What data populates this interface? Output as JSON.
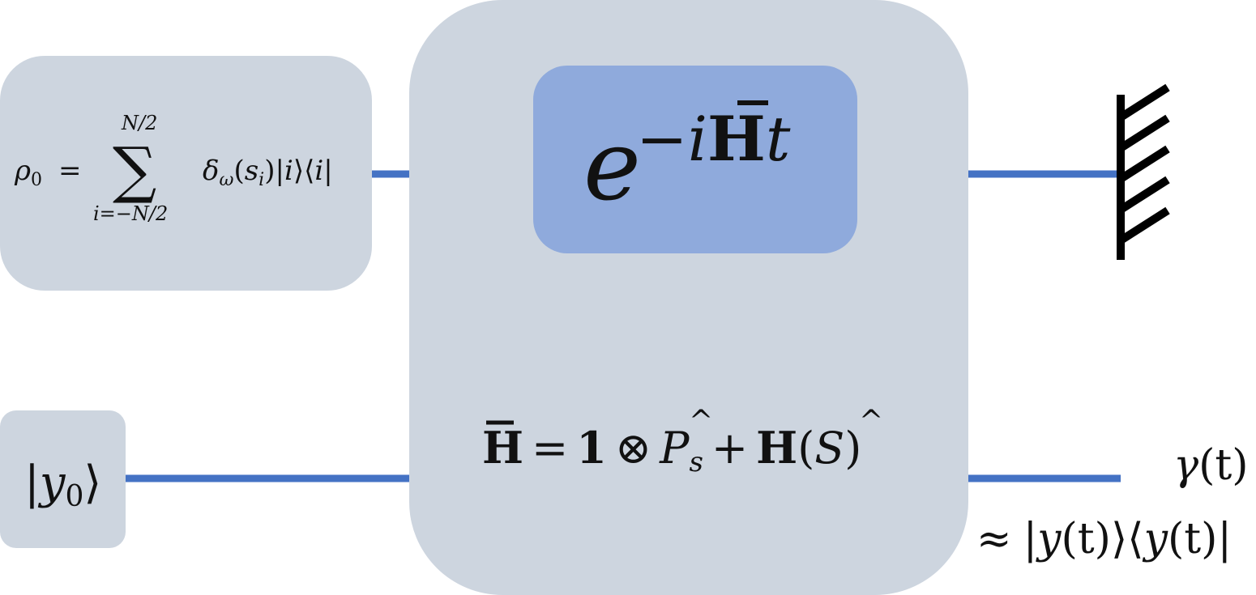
{
  "colors": {
    "box_fill": "#cdd5df",
    "inner_fill": "#8faadc",
    "wire": "#4472c4",
    "ground": "#000000",
    "text": "#111111"
  },
  "rho": {
    "lhs_var": "ρ",
    "lhs_sub": "0",
    "equals": "=",
    "sum_symbol": "∑",
    "sum_upper": "N/2",
    "sum_lower": "i=−N/2",
    "delta": "δ",
    "delta_sub": "ω",
    "open_paren": "(",
    "s": "s",
    "s_sub": "i",
    "close_paren": ")",
    "ket_left": "|",
    "ket_var": "i",
    "ket_right": "⟩",
    "bra_left": "⟨",
    "bra_var": "i",
    "bra_right": "|"
  },
  "y0": {
    "left": "|",
    "var": "y",
    "sub": "0",
    "right": "⟩"
  },
  "propagator": {
    "base": "e",
    "exp_minus": "−",
    "exp_i": "i",
    "exp_H": "H",
    "exp_t": "t"
  },
  "hamiltonian": {
    "H": "H",
    "equals": "=",
    "one": "1",
    "otimes": "⊗",
    "P": "P",
    "P_sub": "s",
    "plus": "+",
    "H2": "H",
    "open": "(",
    "S": "S",
    "close": ")"
  },
  "output": {
    "gamma": "γ",
    "gamma_arg": "(t)",
    "approx": "≈",
    "expr_part1": "|",
    "y1": "y",
    "arg1": "(t)",
    "ket": "⟩⟨",
    "y2": "y",
    "arg2": "(t)",
    "end": "|"
  }
}
